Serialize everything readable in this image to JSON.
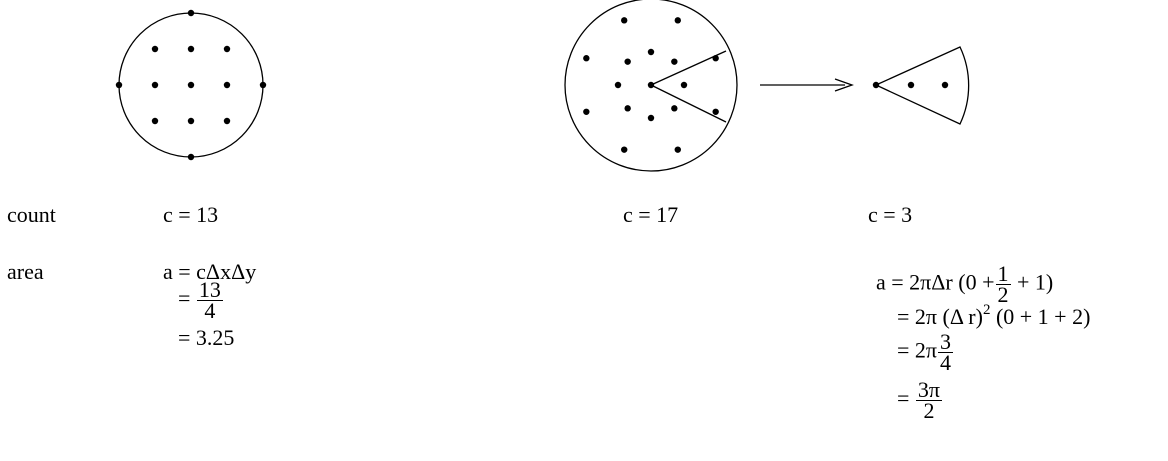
{
  "labels": {
    "count": "count",
    "area": "area"
  },
  "grid_panel": {
    "count_eq": "c = 13",
    "area_l1": "a = cΔxΔy",
    "area_l2_eq": "=",
    "area_l2_num": "13",
    "area_l2_den": "4",
    "area_l3": "= 3.25"
  },
  "polar_panel": {
    "count_eq": "c = 17"
  },
  "wedge_panel": {
    "count_eq": "c = 3",
    "area_l1_a": "a = 2πΔr (0 +",
    "area_l1_num": "1",
    "area_l1_den": "2",
    "area_l1_b": "+ 1)",
    "area_l2_a": "= 2π (Δ r)",
    "area_l2_exp": "2",
    "area_l2_b": "(0 + 1 + 2)",
    "area_l3_a": "= 2π",
    "area_l3_num": "3",
    "area_l3_den": "4",
    "area_l4_eq": "=",
    "area_l4_num": "3π",
    "area_l4_den": "2"
  },
  "colors": {
    "ink": "#000000",
    "background": "#ffffff"
  }
}
